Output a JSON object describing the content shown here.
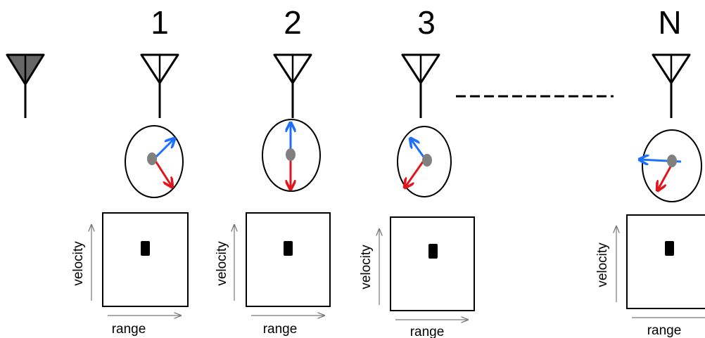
{
  "tx_antenna": {
    "icon": "transmit-antenna-icon",
    "fill": "#666666"
  },
  "colors": {
    "blue": "#1f6fff",
    "red": "#e0161c",
    "center": "#808080",
    "axis": "#777777"
  },
  "ellipsis": "------------------",
  "receivers": [
    {
      "label": "1",
      "xlabel": "range",
      "ylabel": "velocity"
    },
    {
      "label": "2",
      "xlabel": "range",
      "ylabel": "velocity"
    },
    {
      "label": "3",
      "xlabel": "range",
      "ylabel": "velocity"
    },
    {
      "label": "N",
      "xlabel": "range",
      "ylabel": "velocity"
    }
  ]
}
